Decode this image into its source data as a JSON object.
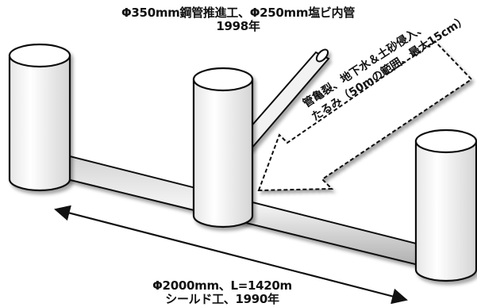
{
  "annotations": {
    "new_pipe_line1": "Φ350mm鋼管推進工、Φ250mm塩ビ内管",
    "new_pipe_line2": "1998年",
    "trunk_line1": "Φ2000mm、L=1420m",
    "trunk_line2": "シールド工、1990年",
    "damage_line1": "管亀裂、地下水＆土砂侵入、",
    "damage_line2": "たるみ（50mの範囲、最大15cm）"
  },
  "colors": {
    "outline": "#111111",
    "pipe_face": "#efefef",
    "pipe_shadow": "#b9b9b9",
    "shaft_face": "#ffffff",
    "shaft_shade": "#dcdcdc",
    "arrow_face": "#ffffff"
  }
}
